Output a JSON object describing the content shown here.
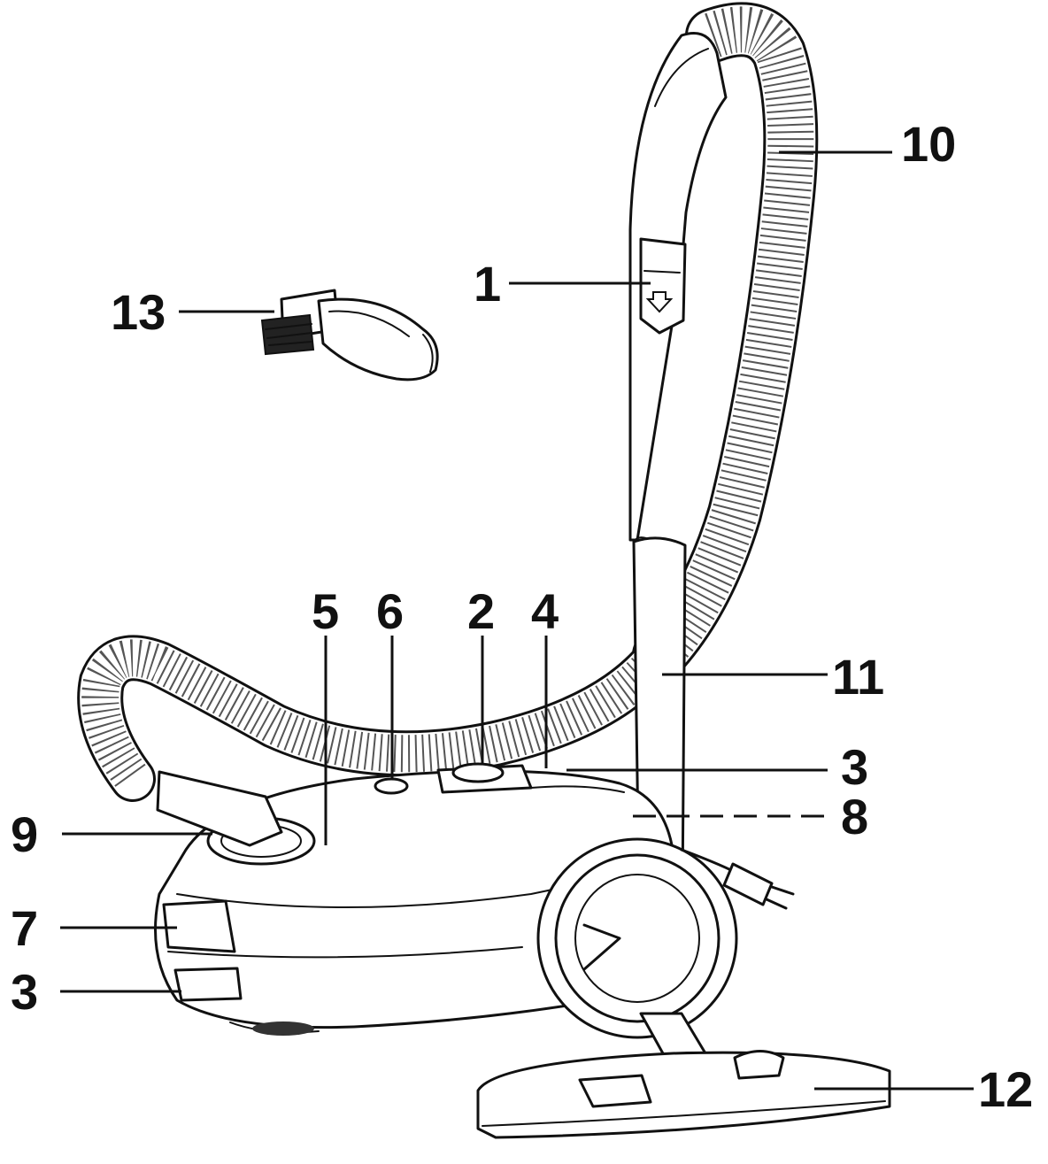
{
  "colors": {
    "ink": "#111111",
    "background": "#ffffff"
  },
  "callouts": [
    {
      "id": "c1",
      "text": "1"
    },
    {
      "id": "c2",
      "text": "2"
    },
    {
      "id": "c3a",
      "text": "3"
    },
    {
      "id": "c3b",
      "text": "3"
    },
    {
      "id": "c4",
      "text": "4"
    },
    {
      "id": "c5",
      "text": "5"
    },
    {
      "id": "c6",
      "text": "6"
    },
    {
      "id": "c7",
      "text": "7"
    },
    {
      "id": "c8",
      "text": "8"
    },
    {
      "id": "c9",
      "text": "9"
    },
    {
      "id": "c10",
      "text": "10"
    },
    {
      "id": "c11",
      "text": "11"
    },
    {
      "id": "c12",
      "text": "12"
    },
    {
      "id": "c13",
      "text": "13"
    }
  ],
  "icons": {
    "handle_button": "arrow-down-icon",
    "plug": "power-plug-icon"
  }
}
